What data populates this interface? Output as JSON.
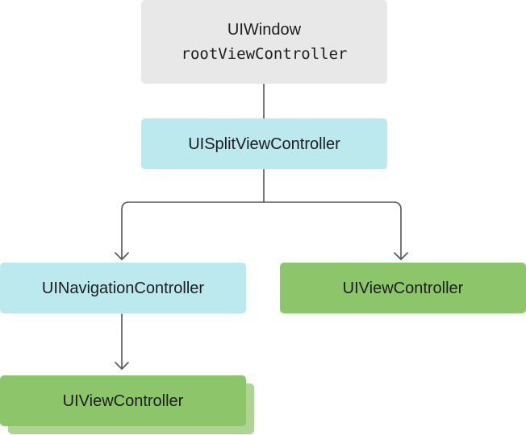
{
  "window": {
    "title": "UIWindow",
    "property": "rootViewController"
  },
  "split_view": {
    "label": "UISplitViewController"
  },
  "navigation": {
    "label": "UINavigationController"
  },
  "secondary_view": {
    "label": "UIViewController"
  },
  "primary_view": {
    "label": "UIViewController"
  },
  "colors": {
    "window_box": "#e8e8e8",
    "controller_box": "#bbe9ed",
    "view_controller_box": "#8dc56b",
    "view_controller_stack": "#aed393",
    "connector": "#555555"
  },
  "icons": {
    "connector_arrow": "arrow-down-icon"
  }
}
